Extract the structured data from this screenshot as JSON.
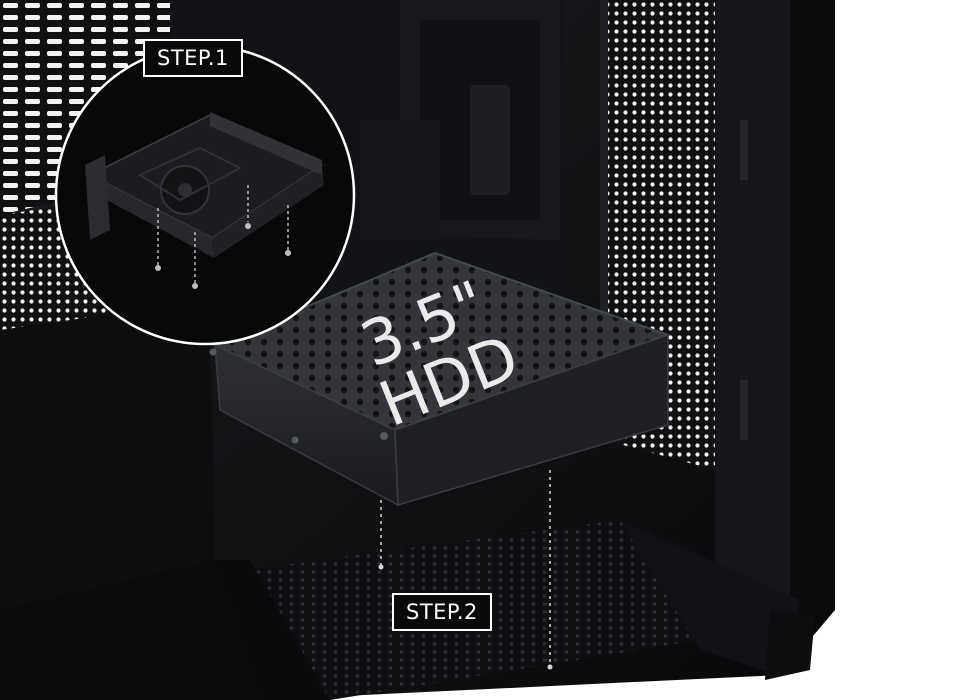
{
  "labels": {
    "step1": "STEP.1",
    "step2": "STEP.2",
    "hdd_size": "3.5\"",
    "hdd_type": "HDD"
  },
  "colors": {
    "chassis": "#111214",
    "chassis_edge": "#1e2024",
    "mesh_hole": "#ffffff",
    "dashed_guide": "#cfcfcf",
    "background": "#ffffff"
  },
  "icons": [
    "screw-icon",
    "dashed-guide-line"
  ]
}
